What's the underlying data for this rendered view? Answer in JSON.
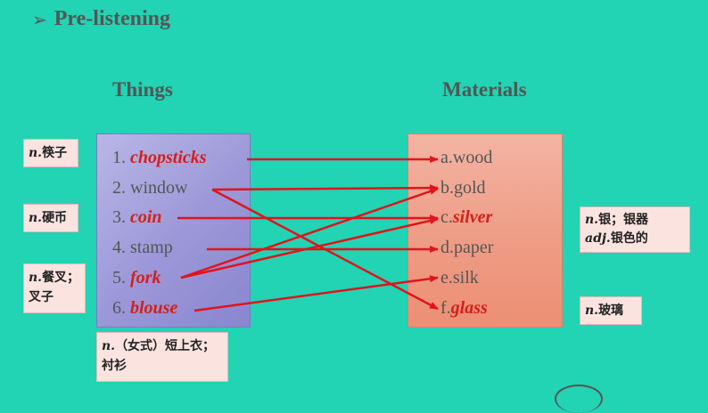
{
  "heading": "Pre-listening",
  "columns": {
    "things": "Things",
    "materials": "Materials"
  },
  "things": [
    {
      "num": "1. ",
      "word": "chopsticks",
      "highlight": true
    },
    {
      "num": "2. ",
      "word": "window",
      "highlight": false
    },
    {
      "num": "3. ",
      "word": "coin",
      "highlight": true
    },
    {
      "num": "4. ",
      "word": "stamp",
      "highlight": false
    },
    {
      "num": "5. ",
      "word": "fork",
      "highlight": true
    },
    {
      "num": "6. ",
      "word": "blouse",
      "highlight": true
    }
  ],
  "materials": [
    {
      "prefix": "a.",
      "word": "wood",
      "highlight": false
    },
    {
      "prefix": "b.",
      "word": "gold",
      "highlight": false
    },
    {
      "prefix": "c.",
      "word": "silver",
      "highlight": true
    },
    {
      "prefix": "d.",
      "word": "paper",
      "highlight": false
    },
    {
      "prefix": "e.",
      "word": "silk",
      "highlight": false
    },
    {
      "prefix": "f.",
      "word": "glass",
      "highlight": true
    }
  ],
  "notes": {
    "chopsticks": {
      "pos": "n.",
      "text": "筷子"
    },
    "coin": {
      "pos": "n.",
      "text": "硬币"
    },
    "fork": {
      "pos": "n.",
      "text": "餐叉；叉子"
    },
    "blouse": {
      "pos": "n.",
      "text": "（女式）短上衣；衬衫"
    },
    "silver_1": {
      "pos": "n.",
      "text": "银；银器"
    },
    "silver_2": {
      "pos": "adj.",
      "text": "银色的"
    },
    "glass": {
      "pos": "n.",
      "text": "玻璃"
    }
  },
  "matches": [
    {
      "from": 1,
      "to": "a"
    },
    {
      "from": 2,
      "to": "b"
    },
    {
      "from": 2,
      "to": "f"
    },
    {
      "from": 3,
      "to": "c"
    },
    {
      "from": 4,
      "to": "d"
    },
    {
      "from": 5,
      "to": "b"
    },
    {
      "from": 5,
      "to": "c"
    },
    {
      "from": 6,
      "to": "e"
    }
  ],
  "colors": {
    "background": "#22d3b4",
    "arrow": "#e0141c",
    "highlight": "#d4201a"
  }
}
